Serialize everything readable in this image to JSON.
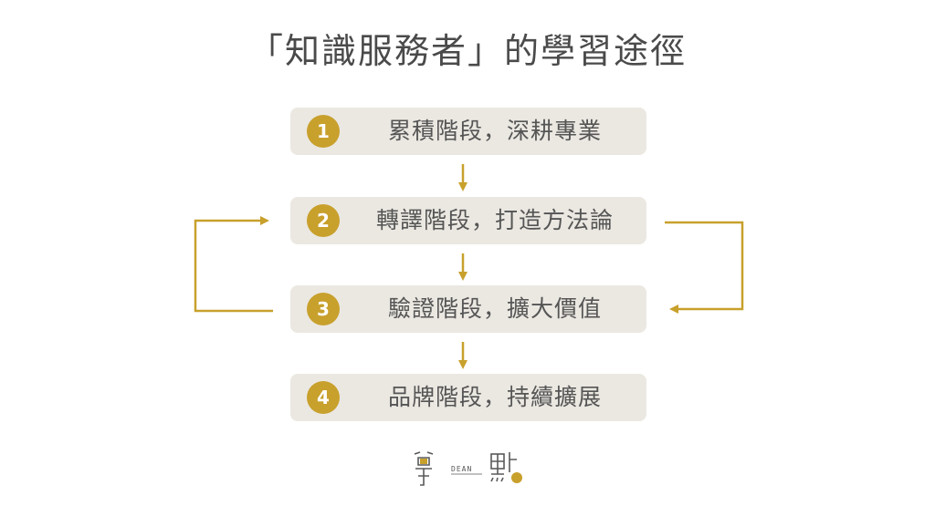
{
  "title": "「知識服務者」的學習途徑",
  "steps": [
    {
      "number": "1",
      "label": "累積階段，深耕專業"
    },
    {
      "number": "2",
      "label": "轉譯階段，打造方法論"
    },
    {
      "number": "3",
      "label": "驗證階段，擴大價值"
    },
    {
      "number": "4",
      "label": "品牌階段，持續擴展"
    }
  ],
  "colors": {
    "accent": "#c8a02c",
    "box": "#ebe8e2",
    "text": "#555555",
    "title": "#4a4a4a"
  },
  "logo": {
    "brand_text": "學點",
    "small_text": "DEAN"
  }
}
